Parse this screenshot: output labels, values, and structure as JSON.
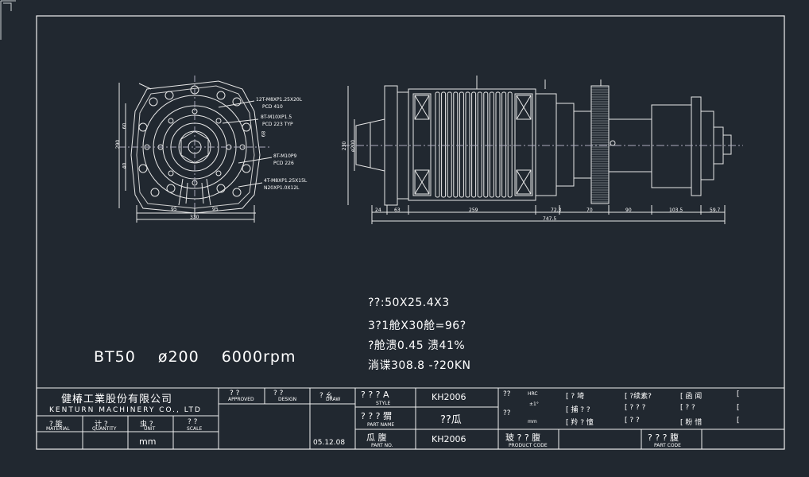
{
  "specs": {
    "line1": "??:50X25.4X3",
    "line2": "3?1舱X30舱=96?",
    "line3": "?舱溃0.45 溃41%",
    "line4": "淌谍308.8 -?20KN"
  },
  "headline": {
    "model": "BT50",
    "diameter": "ø200",
    "speed": "6000rpm"
  },
  "title_block": {
    "company_cn": "健椿工業股份有限公司",
    "company_en": "KENTURN MACHINERY CO., LTD",
    "cells": {
      "approved_mark": "? ?",
      "approved_label": "APPROVED",
      "design_mark": "? ?",
      "design_label": "DESIGN",
      "draw_mark": "? ㄠ",
      "draw_label": "DRAW",
      "style_mark": "? ? ? A",
      "style_label": "STYLE",
      "style_value": "KH2006",
      "partname_mark": "? ? ? 猬",
      "partname_label": "PART NAME",
      "partname_value": "??瓜",
      "partno_mark": "瓜 腹",
      "partno_label": "PART NO.",
      "partno_value": "KH2006",
      "material_mark": "? 能",
      "material_label": "MATERIAL",
      "quantity_mark": "计 ?",
      "quantity_label": "QUANTITY",
      "unit_mark": "虫 ?",
      "unit_label": "UNIT",
      "scale_mark": "? ?",
      "scale_label": "SCALE",
      "unit_value": "mm",
      "date_value": "05.12.08",
      "hrc_mark": "??",
      "hrc_label": "HRC",
      "tol_mark": "??",
      "tol_label": "±1°",
      "mm_label": "mm",
      "productcode_mark": "玻 ? ? 腹",
      "productcode_label": "PRODUCT CODE",
      "partcode_mark": "? ? ? 腹",
      "partcode_label": "PART CODE",
      "col1_r1": "[ ?   埼",
      "col1_r2": "[ 捕 ?  ?",
      "col1_r3": "[ 羚 ? 憧",
      "col2_r1": "[ ?续素?",
      "col2_r2": "[ ? ? ?",
      "col2_r3": "[ ?    ?",
      "col3_r1": "[ 函   闻",
      "col3_r2": "[ ?    ?",
      "col3_r3": "[ 粉   惜",
      "col4_r1": "[",
      "col4_r2": "[",
      "col4_r3": "["
    }
  },
  "front_view": {
    "callouts": [
      "12T-M8XP1.25X20L",
      "PCD 410",
      "8T-M10XP1.5",
      "PCD 223 TYP",
      "8T-M10P9",
      "PCD 226",
      "4T-M8XP1.25X15L",
      "N20XP1.0X12L"
    ],
    "dims": [
      "95",
      "95",
      "330",
      "290",
      "60",
      "40",
      "68"
    ]
  },
  "side_view": {
    "dims": [
      "24",
      "63",
      "259",
      "72.3",
      "70",
      "90",
      "103.5",
      "59.7",
      "747.5",
      "230",
      "ø200"
    ]
  }
}
